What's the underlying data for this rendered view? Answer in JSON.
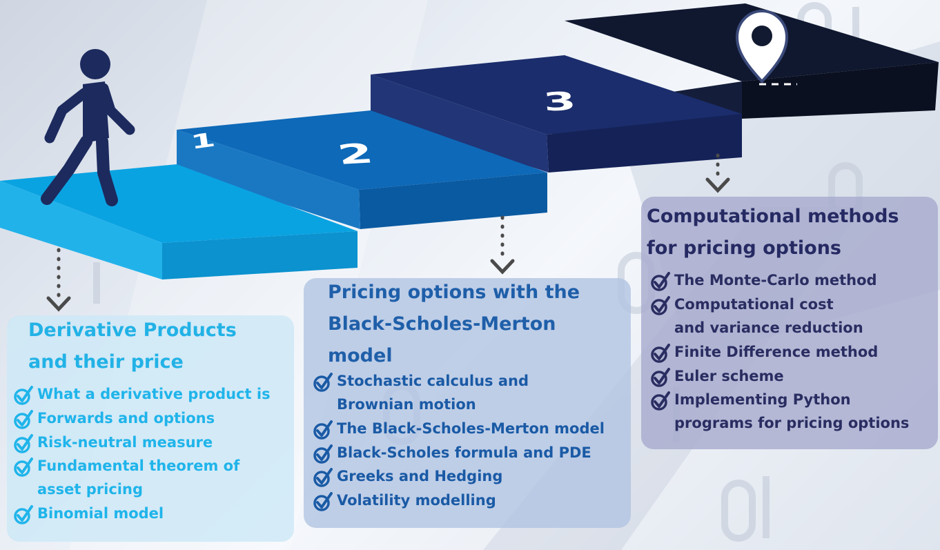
{
  "colors": {
    "step1": "#0aa3e2",
    "step2": "#0d6ab9",
    "step3": "#1a2a66",
    "step4": "#0f1730"
  },
  "steps": [
    {
      "number": "1"
    },
    {
      "number": "2"
    },
    {
      "number": "3"
    }
  ],
  "icons": {
    "walker": "walking-person-icon",
    "destination": "map-pin-icon",
    "check": "checkmark-circle-icon",
    "arrow": "dotted-down-arrow-icon"
  },
  "panels": [
    {
      "title_lines": [
        "Derivative Products",
        "and their price"
      ],
      "items": [
        {
          "lines": [
            "What a derivative product is"
          ]
        },
        {
          "lines": [
            "Forwards and options"
          ]
        },
        {
          "lines": [
            "Risk-neutral measure"
          ]
        },
        {
          "lines": [
            "Fundamental theorem of",
            "asset pricing"
          ]
        },
        {
          "lines": [
            "Binomial model"
          ]
        }
      ]
    },
    {
      "title_lines": [
        "Pricing options with the",
        "Black-Scholes-Merton",
        "model"
      ],
      "items": [
        {
          "lines": [
            "Stochastic calculus and",
            "Brownian motion"
          ]
        },
        {
          "lines": [
            "The Black-Scholes-Merton model"
          ]
        },
        {
          "lines": [
            "Black-Scholes formula and PDE"
          ]
        },
        {
          "lines": [
            "Greeks and Hedging"
          ]
        },
        {
          "lines": [
            "Volatility modelling"
          ]
        }
      ]
    },
    {
      "title_lines": [
        "Computational methods",
        "for pricing options"
      ],
      "items": [
        {
          "lines": [
            "The Monte-Carlo method"
          ]
        },
        {
          "lines": [
            "Computational cost",
            "and variance reduction"
          ]
        },
        {
          "lines": [
            "Finite Difference method"
          ]
        },
        {
          "lines": [
            "Euler scheme"
          ]
        },
        {
          "lines": [
            "Implementing Python",
            "programs for pricing options"
          ]
        }
      ]
    }
  ]
}
